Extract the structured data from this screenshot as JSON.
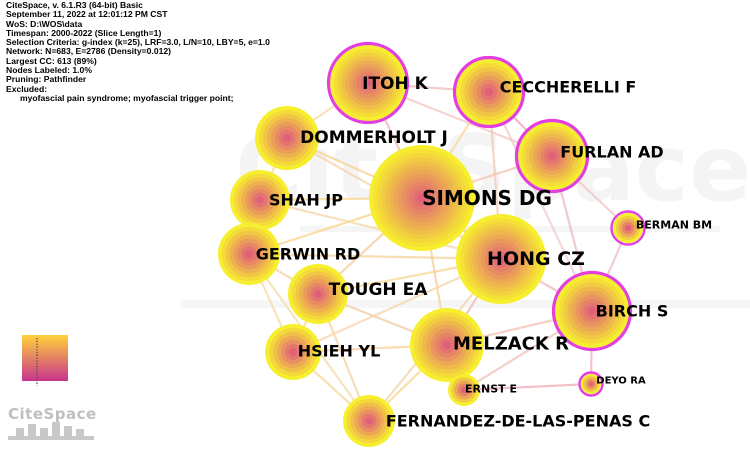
{
  "info": {
    "lines": [
      "CiteSpace, v. 6.1.R3 (64-bit) Basic",
      "September 11, 2022 at 12:01:12 PM CST",
      "WoS: D:\\WOS\\data",
      "Timespan: 2000-2022 (Slice Length=1)",
      "Selection Criteria: g-index (k=25), LRF=3.0, L/N=10, LBY=5, e=1.0",
      "Network: N=683, E=2786 (Density=0.012)",
      "Largest CC: 613 (89%)",
      "Nodes Labeled: 1.0%",
      "Pruning: Pathfinder",
      "Excluded:"
    ],
    "excluded": "myofascial pain syndrome; myofascial trigger point;"
  },
  "brand": "CiteSpace",
  "colors": {
    "ring_inner": "#e0607a",
    "ring_outer": "#f7ef2e",
    "burst": "#e23ee0",
    "legend_top": "#ffd23a",
    "legend_bottom": "#c8338c"
  },
  "nodes": [
    {
      "id": "simons",
      "label": "SIMONS DG",
      "burst": false
    },
    {
      "id": "itoh",
      "label": "ITOH K",
      "burst": true
    },
    {
      "id": "ceccherelli",
      "label": "CECCHERELLI F",
      "burst": true
    },
    {
      "id": "dommerholt",
      "label": "DOMMERHOLT J",
      "burst": false
    },
    {
      "id": "furlan",
      "label": "FURLAN AD",
      "burst": true
    },
    {
      "id": "shah",
      "label": "SHAH JP",
      "burst": false
    },
    {
      "id": "berman",
      "label": "BERMAN BM",
      "burst": true
    },
    {
      "id": "gerwin",
      "label": "GERWIN RD",
      "burst": false
    },
    {
      "id": "hong",
      "label": "HONG CZ",
      "burst": false
    },
    {
      "id": "tough",
      "label": "TOUGH EA",
      "burst": false
    },
    {
      "id": "birch",
      "label": "BIRCH S",
      "burst": true
    },
    {
      "id": "hsieh",
      "label": "HSIEH YL",
      "burst": false
    },
    {
      "id": "melzack",
      "label": "MELZACK R",
      "burst": false
    },
    {
      "id": "ernst",
      "label": "ERNST E",
      "burst": false
    },
    {
      "id": "deyo",
      "label": "DEYO RA",
      "burst": true
    },
    {
      "id": "fernandez",
      "label": "FERNANDEZ-DE-LAS-PENAS C",
      "burst": false
    }
  ]
}
